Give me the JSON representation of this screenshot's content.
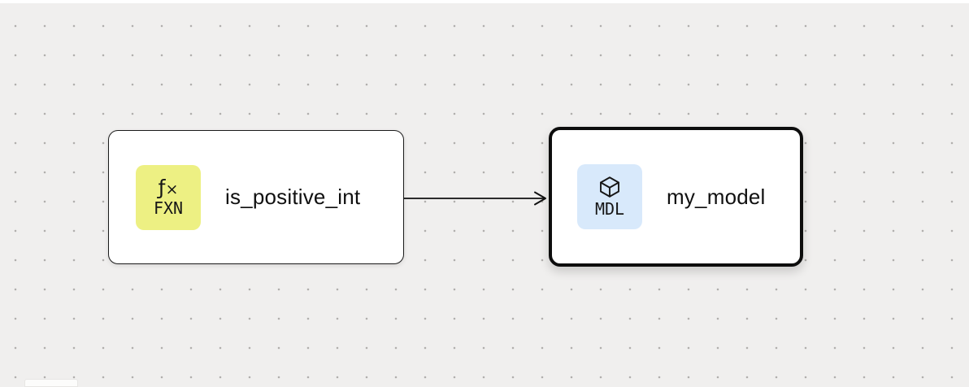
{
  "canvas": {
    "background_color": "#f0efee",
    "dot_color": "#b1afad"
  },
  "nodes": [
    {
      "label": "is_positive_int",
      "kind": "FXN",
      "glyph": "ƒ",
      "glyph_suffix": "×",
      "badge_color": "#edf083",
      "selected": false
    },
    {
      "label": "my_model",
      "kind": "MDL",
      "icon": "cube-icon",
      "badge_color": "#d8e9fb",
      "selected": true
    }
  ],
  "edges": [
    {
      "from": "is_positive_int",
      "to": "my_model",
      "color": "#111111"
    }
  ]
}
